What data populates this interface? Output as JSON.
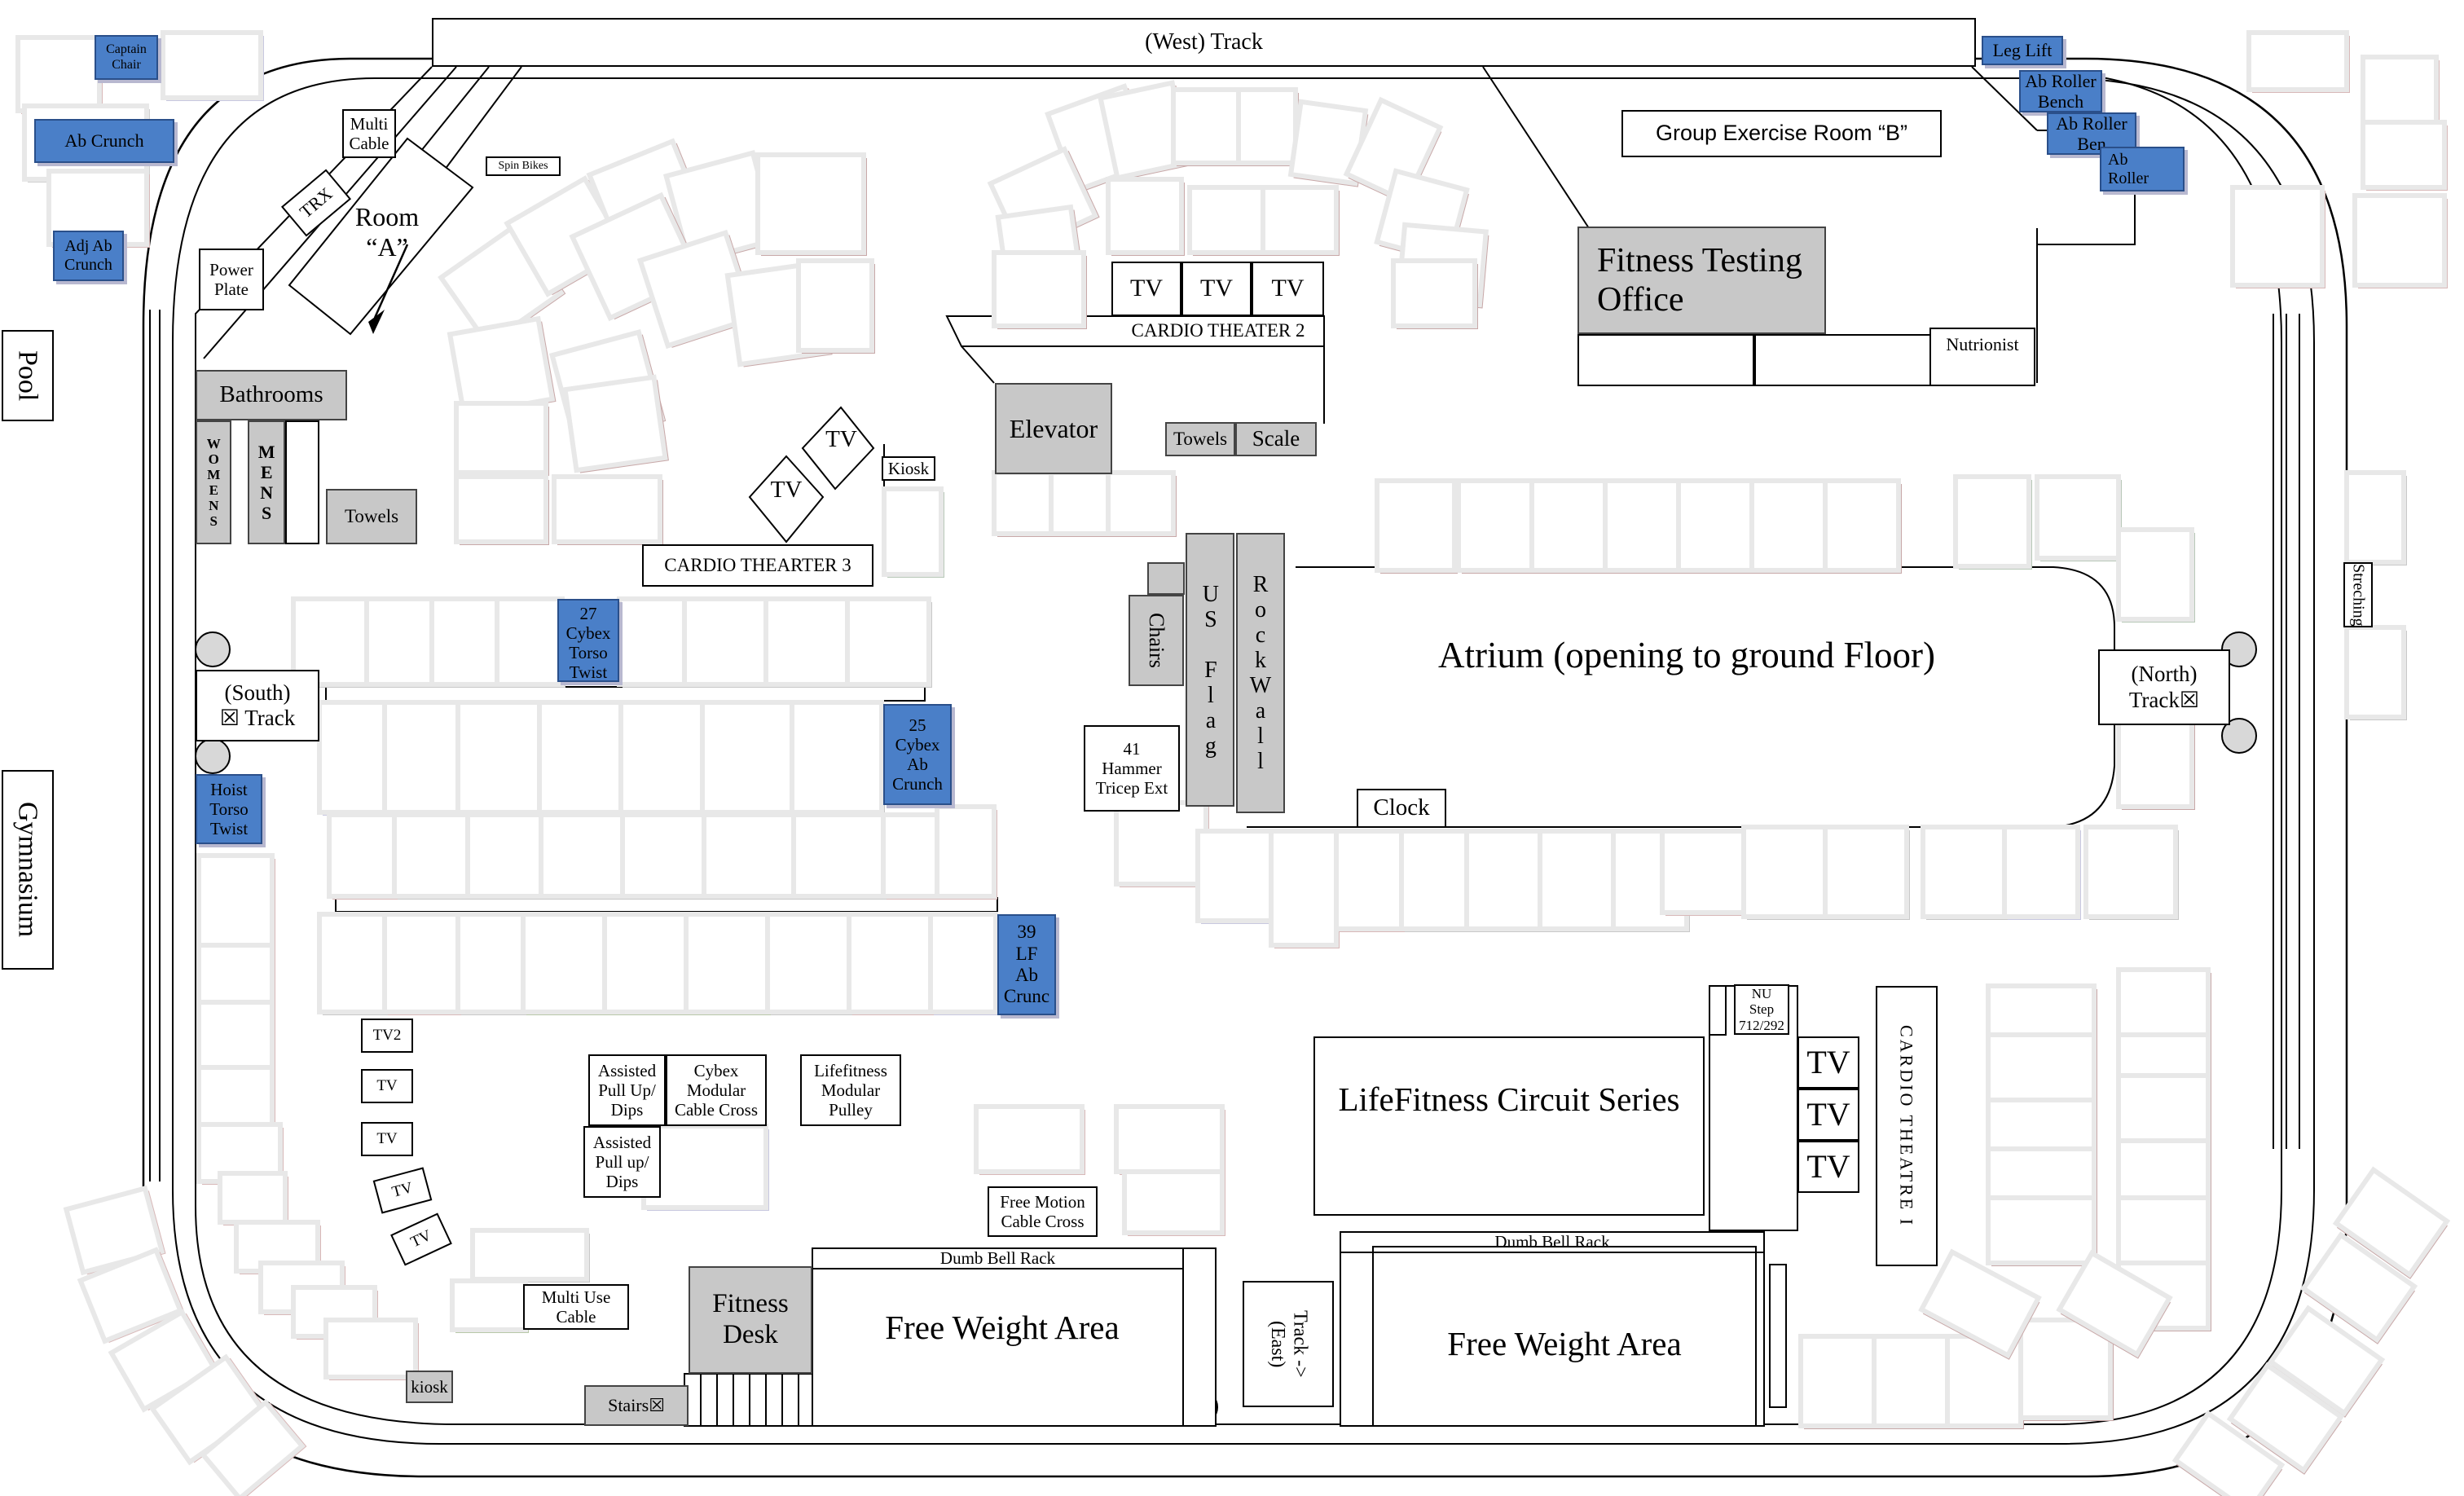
{
  "labels": {
    "west_track": "(West) Track",
    "south_track": "(South)\n☒ Track",
    "north_track": "(North)\nTrack☒",
    "east_track": "Track ->\n(East)",
    "pool": "Pool",
    "gymnasium": "Gymnasium",
    "room_a": "Room\n“A”",
    "multi_cable": "Multi\nCable",
    "trx": "TRX",
    "spin_bikes": "Spin Bikes",
    "power_plate": "Power\nPlate",
    "bathrooms": "Bathrooms",
    "womens": "WOMENS",
    "mens": "MENS",
    "towels_left": "Towels",
    "group_exercise_b": "Group Exercise Room “B”",
    "fitness_testing": "Fitness Testing\nOffice",
    "nutritionist": "Nutrionist",
    "leg_lift": "Leg Lift",
    "ab_roller_bench": "Ab Roller\nBench",
    "ab_roller_ben": "Ab Roller\nBen",
    "ab_roller": "Ab\nRoller",
    "captain_chair": "Captain\nChair",
    "ab_crunch": "Ab Crunch",
    "adj_ab_crunch": "Adj Ab\nCrunch",
    "tv": "TV",
    "tv2": "TV2",
    "cardio_theater_2": "CARDIO THEATER  2",
    "cardio_thearter_3": "CARDIO THEARTER  3",
    "cardio_theatre_1": "CARDIO THEATRE I",
    "elevator": "Elevator",
    "kiosk_upper": "Kiosk",
    "kiosk_lower": "kiosk",
    "towels_center": "Towels",
    "scale": "Scale",
    "chairs": "Chairs",
    "us_flag": "US Flag",
    "rock_wall": "RockWall",
    "atrium": "Atrium (opening to ground Floor)",
    "clock": "Clock",
    "hammer_tricep": "41\nHammer\nTricep Ext",
    "cybex_torso": "27\nCybex\nTorso\nTwist",
    "cybex_ab": "25\nCybex\nAb\nCrunch",
    "hoist_torso": "Hoist\nTorso\nTwist",
    "lf_ab": "39\nLF\nAb\nCrunc",
    "assisted_1": "Assisted\nPull Up/\nDips",
    "assisted_2": "Assisted\nPull up/\nDips",
    "cybex_modular": "Cybex\nModular\nCable Cross",
    "lifefitness_modular": "Lifefitness\nModular\nPulley",
    "free_motion": "Free Motion\nCable Cross",
    "multi_use": "Multi Use\nCable",
    "fitness_desk": "Fitness\nDesk",
    "stairs": "Stairs☒",
    "dumb_bell_left": "Dumb Bell Rack",
    "dumb_bell_right": "Dumb Bell Rack",
    "free_weight_left": "Free Weight Area",
    "free_weight_right": "Free Weight Area",
    "lifefitness_circuit": "LifeFitness Circuit Series",
    "nu_step": "NU\nStep\n712/292",
    "streching": "Streching"
  }
}
